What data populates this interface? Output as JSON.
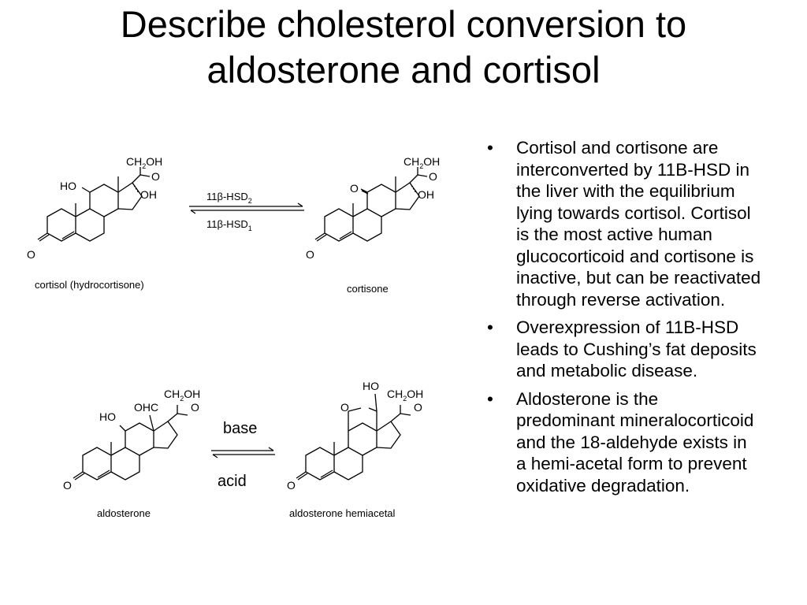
{
  "title": {
    "line1": "Describe cholesterol conversion to",
    "line2": "aldosterone and cortisol"
  },
  "diagram": {
    "top_reaction": {
      "left_label": "cortisol  (hydrocortisone)",
      "right_label": "cortisone",
      "enzyme_forward": "11β-HSD",
      "enzyme_forward_sub": "2",
      "enzyme_reverse": "11β-HSD",
      "enzyme_reverse_sub": "1"
    },
    "bottom_reaction": {
      "left_label": "aldosterone",
      "right_label": "aldosterone hemiacetal",
      "forward_condition": "base",
      "reverse_condition": "acid"
    },
    "atoms": {
      "ch2oh_c": "CH",
      "ch2oh_sub": "2",
      "ch2oh_oh": "OH",
      "o": "O",
      "ho": "HO",
      "oh": "OH",
      "ohc": "OHC"
    }
  },
  "bullets": [
    {
      "lines": [
        "Cortisol and cortisone are",
        "interconverted by 11B-HSD in",
        "the liver with the equilibrium",
        "lying towards cortisol.  Cortisol",
        "is the most active human",
        "glucocorticoid and cortisone is",
        "inactive, but can be reactivated",
        "through reverse activation."
      ]
    },
    {
      "lines": [
        "Overexpression of 11B-HSD",
        "leads to Cushing’s fat deposits",
        "and metabolic disease."
      ]
    },
    {
      "lines": [
        "Aldosterone is the",
        "predominant mineralocorticoid",
        "and the 18-aldehyde exists in",
        "a hemi-acetal form to prevent",
        "oxidative degradation."
      ]
    }
  ]
}
